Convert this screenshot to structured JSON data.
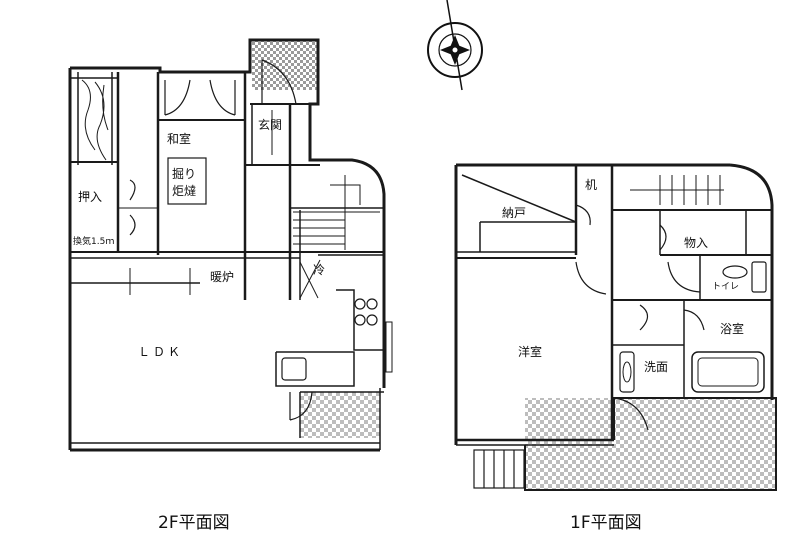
{
  "floors": {
    "second": {
      "caption": "2F平面図",
      "rooms": {
        "washitsu": "和室",
        "oshiire": "押入",
        "horikotatsu": "掘り炬燵",
        "genkan": "玄関",
        "ldk": "ＬＤＫ",
        "danro": "暖炉",
        "rei": "冷",
        "kanki": "換気1.5ｍ"
      }
    },
    "first": {
      "caption": "1F平面図",
      "rooms": {
        "ki": "机",
        "nando": "納戸",
        "monoire": "物入",
        "toilet": "トイレ",
        "yokushitsu": "浴室",
        "yoshitsu": "洋室",
        "senmen": "洗面"
      }
    }
  },
  "colors": {
    "line": "#1a1a1a",
    "balcony_fill": "#cfcfcf"
  },
  "icons": [
    "compass-icon"
  ]
}
